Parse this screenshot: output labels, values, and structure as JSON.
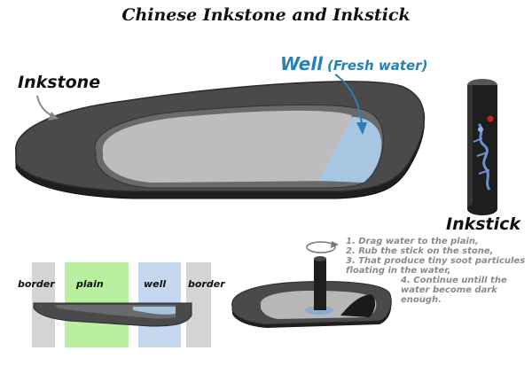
{
  "title": "Chinese Inkstone and Inkstick",
  "labels": {
    "inkstone": "Inkstone",
    "well": "Well",
    "fresh_water": "(Fresh water)",
    "inkstick": "Inkstick"
  },
  "cross_section": {
    "zones": [
      "border",
      "plain",
      "well",
      "border"
    ],
    "colors": {
      "border": "#d4d4d4",
      "plain": "#b8f0a0",
      "well": "#c4d9ef",
      "stone": "#4a4a4a",
      "water": "#a8c4dc"
    }
  },
  "steps": {
    "step_1": "1. Drag water to the plain,",
    "step_2": "2. Rub the stick on the stone,",
    "step_3a": "3. That produce tiny soot particules",
    "step_3b": "floating in the water,",
    "step_4a": "4. Continue untill the",
    "step_4b": "water become dark",
    "step_4c": "enough."
  },
  "colors": {
    "stone_dark": "#3d3d3d",
    "stone_rim": "#555555",
    "plain_gray": "#b7b7b7",
    "water_blue": "#a7c6e2",
    "accent_blue": "#2a7fb5"
  },
  "icons": [
    "curved-arrow-icon",
    "rotation-arrow-icon",
    "dragon-decoration-icon",
    "red-seal-icon"
  ]
}
